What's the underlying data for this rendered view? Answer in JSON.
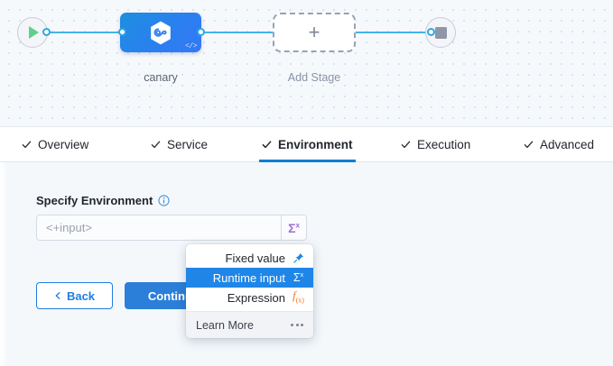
{
  "pipeline": {
    "start_node": {
      "icon": "play-icon"
    },
    "end_node": {
      "icon": "stop-icon"
    },
    "stages": [
      {
        "label": "canary",
        "icon": "harness-infinity-icon",
        "badge_icon": "code-icon"
      },
      {
        "label": "Add Stage",
        "icon": "plus-icon"
      }
    ]
  },
  "tabs": [
    {
      "label": "Overview",
      "icon": "check-icon",
      "active": false
    },
    {
      "label": "Service",
      "icon": "check-icon",
      "active": false
    },
    {
      "label": "Environment",
      "icon": "check-icon",
      "active": true
    },
    {
      "label": "Execution",
      "icon": "check-icon",
      "active": false
    },
    {
      "label": "Advanced",
      "icon": "check-icon",
      "active": false
    }
  ],
  "form": {
    "field_label": "Specify Environment",
    "info_icon": "info-icon",
    "input_value": "<+input>",
    "input_addon_icon": "runtime-input-sigma-icon"
  },
  "buttons": {
    "back": {
      "label": "Back",
      "icon": "chevron-left-icon"
    },
    "continue": {
      "label": "Continue"
    }
  },
  "dropdown": {
    "options": [
      {
        "label": "Fixed value",
        "icon": "pin-icon",
        "selected": false
      },
      {
        "label": "Runtime input",
        "icon": "sigma-x-icon",
        "selected": true
      },
      {
        "label": "Expression",
        "icon": "fx-icon",
        "selected": false
      }
    ],
    "footer": {
      "label": "Learn More",
      "icon": "more-dots-icon"
    }
  },
  "colors": {
    "accent_blue": "#2c7fd9",
    "tab_active_underline": "#0a7fd4",
    "edge_blue": "#44b4e8",
    "runtime_purple": "#9b6fd4",
    "expression_orange": "#ef7622",
    "selected_blue": "#1f86e8",
    "play_green": "#5fd08a"
  }
}
